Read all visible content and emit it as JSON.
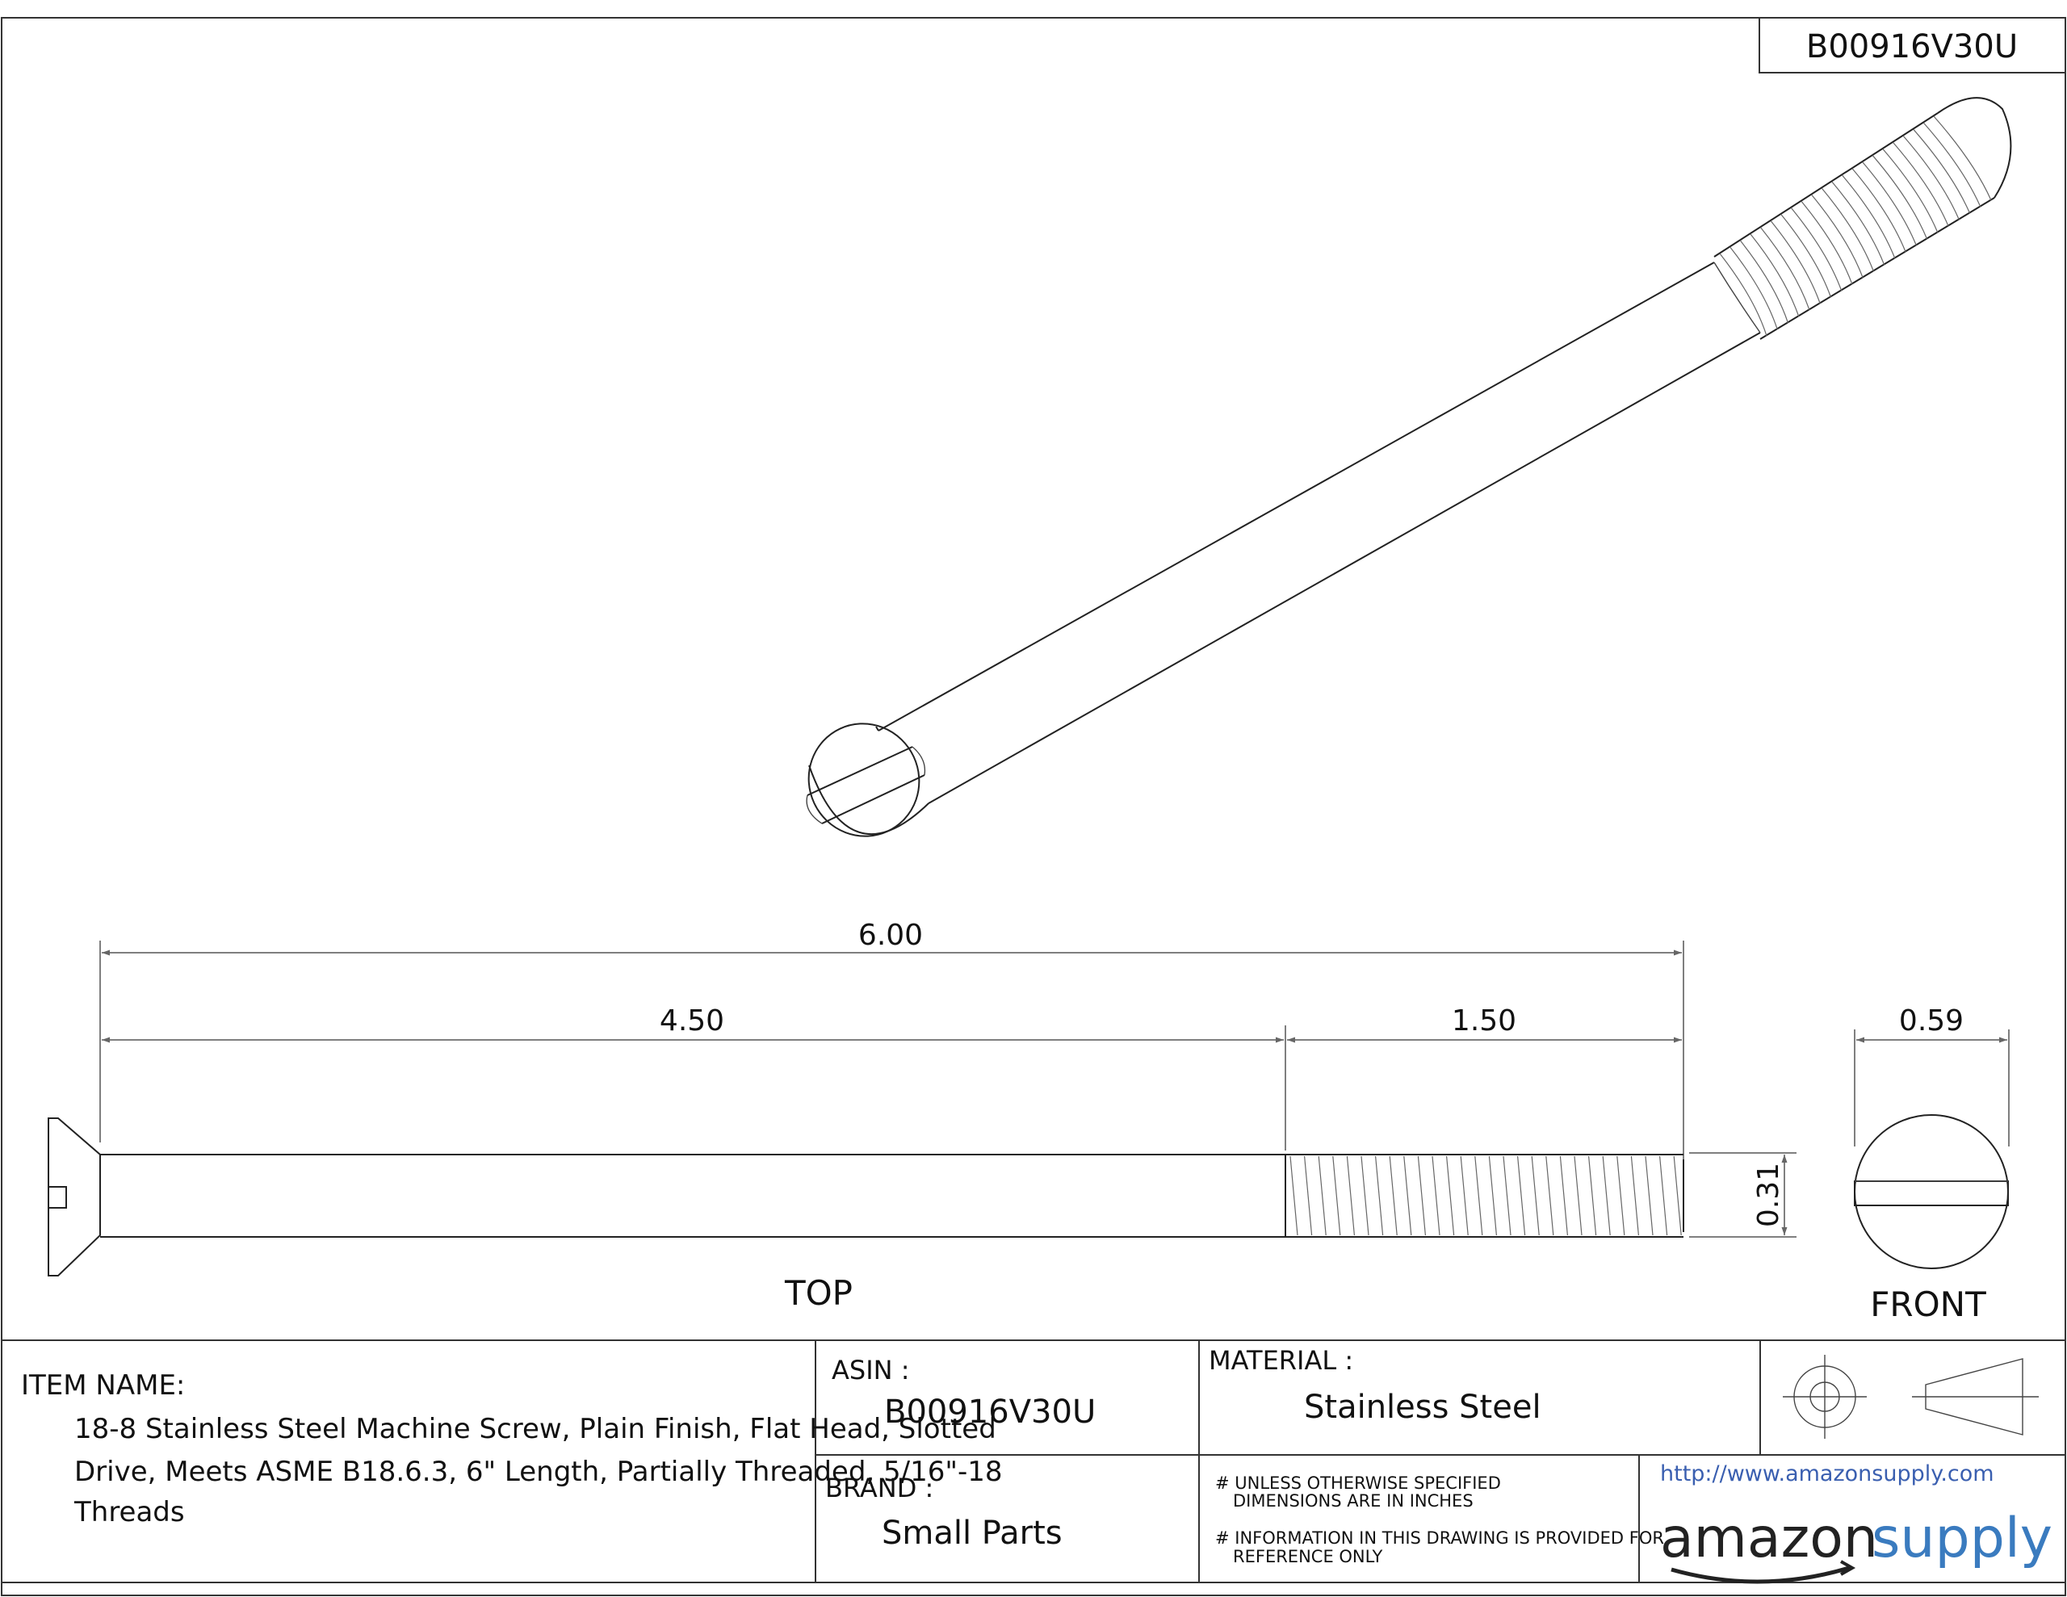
{
  "part_number": "B00916V30U",
  "views": {
    "top_label": "TOP",
    "front_label": "FRONT"
  },
  "dimensions": {
    "overall_length": "6.00",
    "unthreaded_length": "4.50",
    "thread_length": "1.50",
    "head_diameter": "0.59",
    "shank_diameter": "0.31"
  },
  "title_block": {
    "item_name_label": "ITEM NAME:",
    "item_name_lines": [
      "18-8 Stainless Steel Machine Screw, Plain Finish, Flat Head, Slotted",
      "Drive, Meets ASME B18.6.3, 6\" Length, Partially Threaded, 5/16\"-18",
      "Threads"
    ],
    "asin_label": "ASIN :",
    "asin_value": "B00916V30U",
    "material_label": "MATERIAL :",
    "material_value": "Stainless Steel",
    "brand_label": "BRAND :",
    "brand_value": "Small Parts",
    "note1_line1": "# UNLESS OTHERWISE SPECIFIED",
    "note1_line2": "DIMENSIONS ARE IN INCHES",
    "note2_line1": "# INFORMATION IN THIS DRAWING IS PROVIDED FOR",
    "note2_line2": "REFERENCE ONLY",
    "url": "http://www.amazonsupply.com",
    "logo_word1": "amazon",
    "logo_word2": "supply",
    "logo_accent_color": "#3a7bbf"
  }
}
